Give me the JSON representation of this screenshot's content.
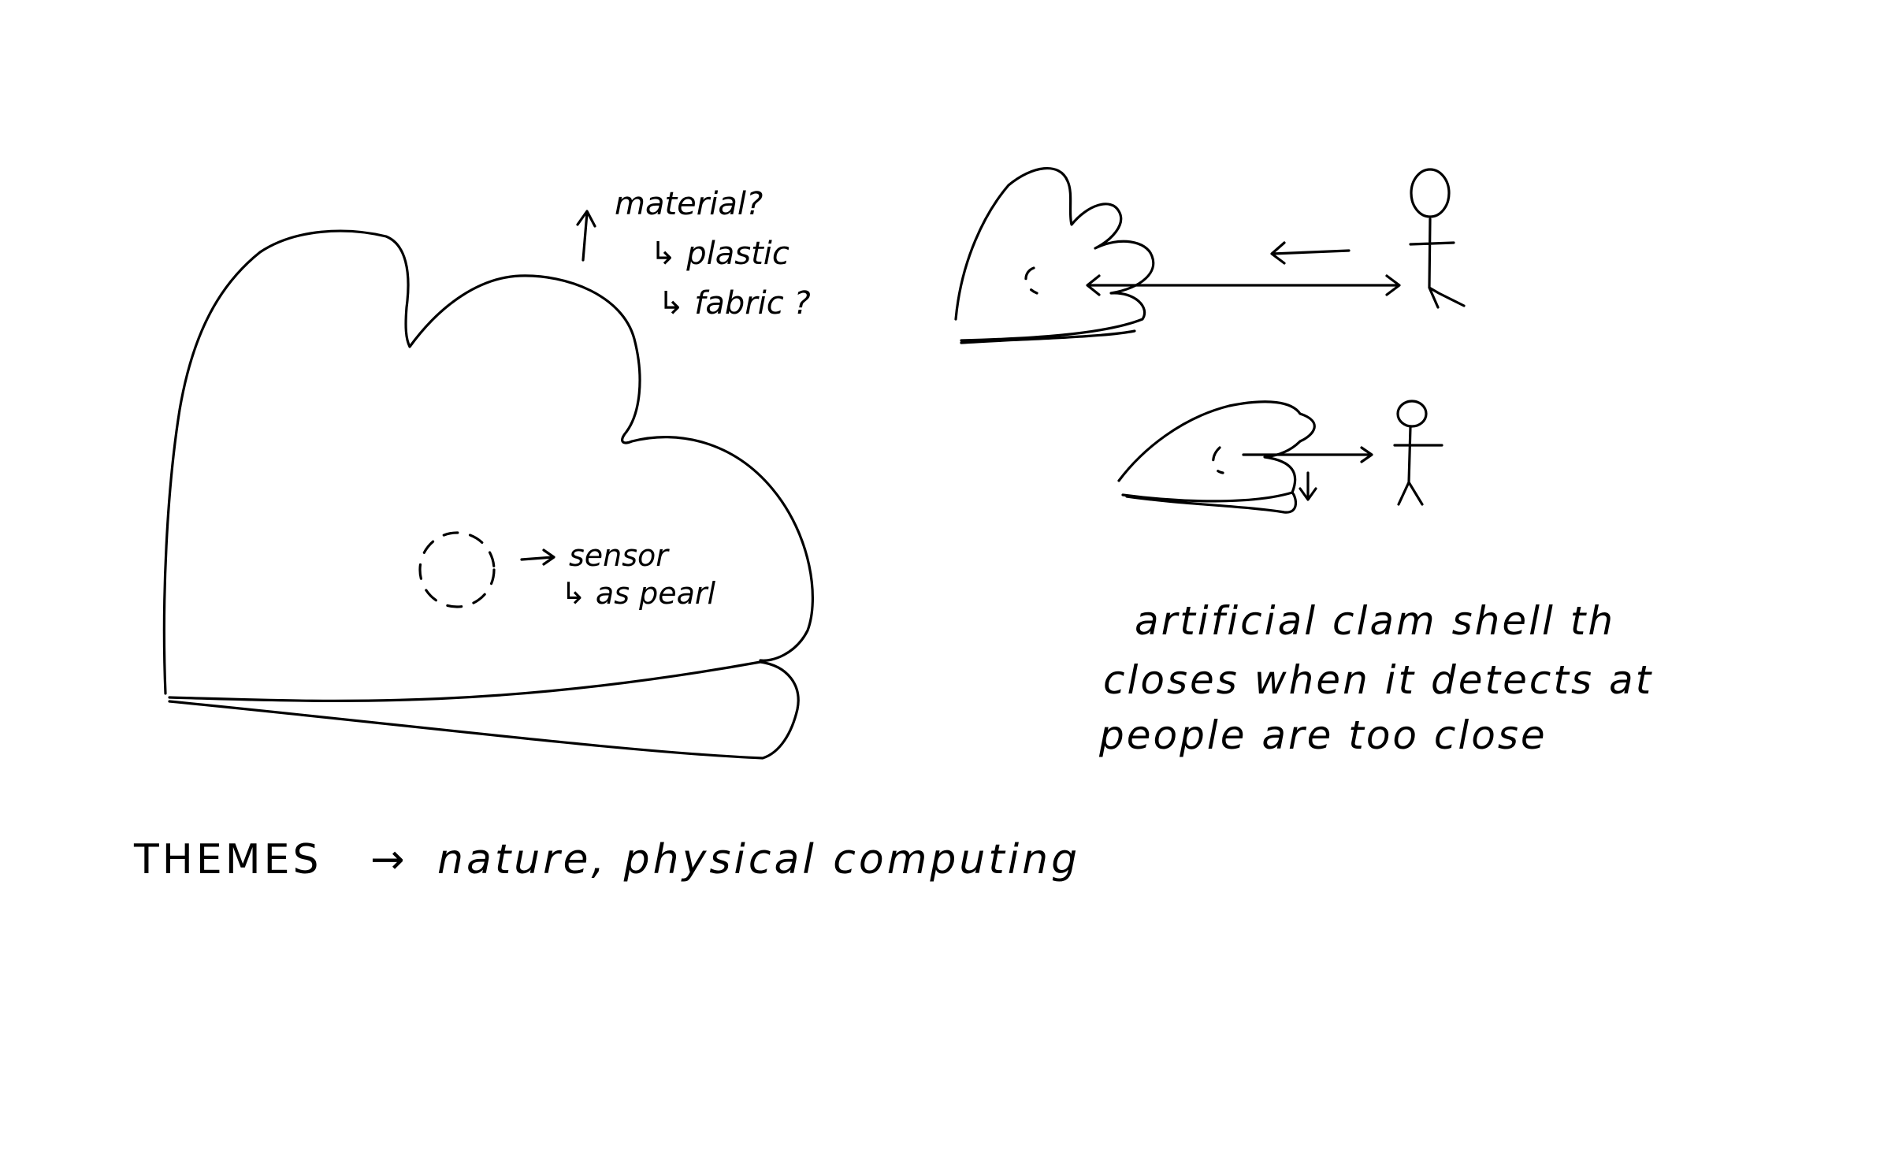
{
  "annotations": {
    "material_question": "material?",
    "material_option_1": "↳ plastic",
    "material_option_2": "↳ fabric ?",
    "sensor_label": "sensor",
    "sensor_detail": "↳ as pearl"
  },
  "description": {
    "line_1": "artificial clam shell th",
    "line_2": "closes when it detects  at",
    "line_3": "people are too close"
  },
  "themes": {
    "label": "THEMES",
    "arrow": "→",
    "values": "nature, physical computing"
  },
  "colors": {
    "ink": "#000000",
    "paper": "#ffffff"
  }
}
